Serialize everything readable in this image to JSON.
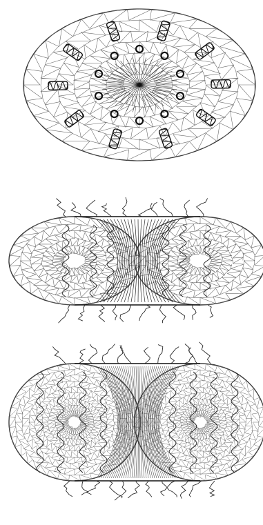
{
  "figure": {
    "panels": [
      {
        "id": "top",
        "view": "axial"
      },
      {
        "id": "middle",
        "view": "side"
      },
      {
        "id": "bottom",
        "view": "side-dense"
      }
    ]
  },
  "colors": {
    "background": "#ffffff",
    "mesh": "#6b6b6b",
    "mesh_dark": "#2a2a2a",
    "ink": "#111111"
  }
}
